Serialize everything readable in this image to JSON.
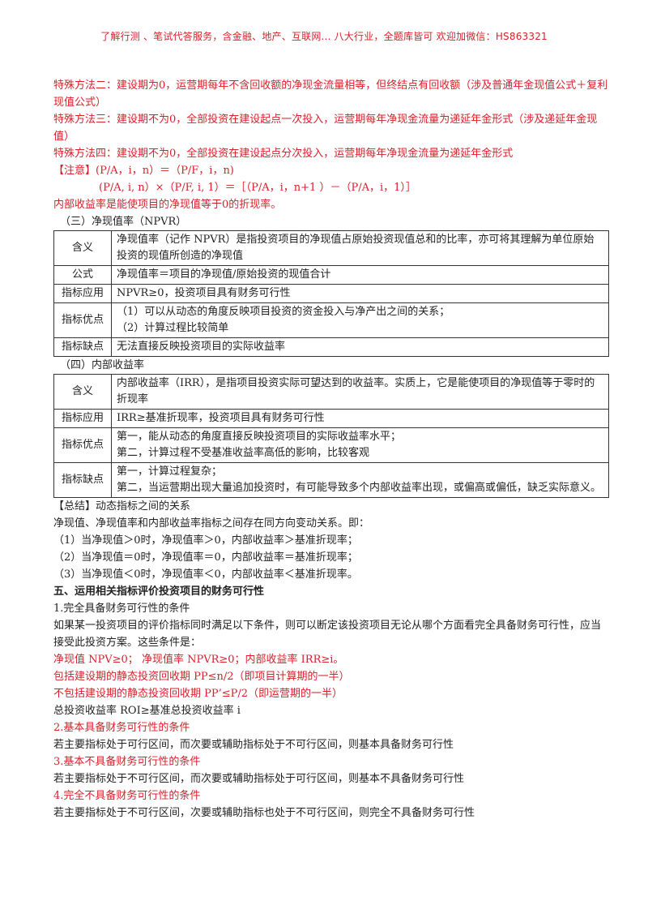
{
  "header": {
    "banner": "了解行测 、笔试代答服务，含金融、地产、互联网... 八大行业，全题库皆可 欢迎加微信：HS863321"
  },
  "intro": {
    "method2": "特殊方法二：建设期为0，运营期每年不含回收额的净现金流量相等，但终结点有回收额（涉及普通年金现值公式＋复利现值公式）",
    "method3": "特殊方法三：建设期不为0，全部投资在建设起点一次投入，运营期每年净现金流量为递延年金形式（涉及递延年金现值）",
    "method4": "特殊方法四：建设期不为0，全部投资在建设起点分次投入，运营期每年净现金流量为递延年金形式",
    "note_prefix": "【注意】",
    "formula1": "(P/A，i，n）＝（P/F，i，n)",
    "formula2": "(P/A, i, n）×（P/F, i, 1）＝［（P/A，i，n+1 ）－（P/A，i，1）］",
    "irr_def": "内部收益率是能使项目的净现值等于0的折现率。"
  },
  "npvr": {
    "heading": "（三）净现值率（NPVR）",
    "rows": [
      {
        "label": "含义",
        "text": "净现值率（记作 NPVR）是指投资项目的净现值占原始投资现值总和的比率，亦可将其理解为单位原始投资的现值所创造的净现值"
      },
      {
        "label": "公式",
        "text": "净现值率＝项目的净现值/原始投资的现值合计"
      },
      {
        "label": "指标应用",
        "text": "NPVR≥0，投资项目具有财务可行性"
      },
      {
        "label": "指标优点",
        "lines": [
          "（1）可以从动态的角度反映项目投资的资金投入与净产出之间的关系；",
          "（2）计算过程比较简单"
        ]
      },
      {
        "label": "指标缺点",
        "text": "无法直接反映投资项目的实际收益率"
      }
    ]
  },
  "irr": {
    "heading": "（四）内部收益率",
    "rows": [
      {
        "label": "含义",
        "text": "内部收益率（IRR），是指项目投资实际可望达到的收益率。实质上，它是能使项目的净现值等于零时的折现率"
      },
      {
        "label": "指标应用",
        "text": "IRR≥基准折现率，投资项目具有财务可行性"
      },
      {
        "label": "指标优点",
        "lines": [
          "第一，能从动态的角度直接反映投资项目的实际收益率水平；",
          "第二，计算过程不受基准收益率高低的影响，比较客观"
        ]
      },
      {
        "label": "指标缺点",
        "lines": [
          "第一，计算过程复杂；",
          "第二，当运营期出现大量追加投资时，有可能导致多个内部收益率出现，或偏高或偏低，缺乏实际意义。"
        ]
      }
    ]
  },
  "summary": {
    "title": "【总结】动态指标之间的关系",
    "intro": "净现值、净现值率和内部收益率指标之间存在同方向变动关系。即：",
    "items": [
      "（1）当净现值＞0时，净现值率＞0，内部收益率＞基准折现率；",
      "（2）当净现值＝0时，净现值率＝0，内部收益率＝基准折现率；",
      "（3）当净现值＜0时，净现值率＜0，内部收益率＜基准折现率。"
    ]
  },
  "section5": {
    "title": "五、运用相关指标评价投资项目的财务可行性",
    "c1_title": "1.完全具备财务可行性的条件",
    "c1_intro": "如果某一投资项目的评价指标同时满足以下条件，则可以断定该投资项目无论从哪个方面看完全具备财务可行性，应当接受此投资方案。这些条件是：",
    "c1_items": [
      "净现值 NPV≥0； 净现值率 NPVR≥0；内部收益率 IRR≥i。",
      "包括建设期的静态投资回收期 PP≤n/2（即项目计算期的一半）",
      "不包括建设期的静态投资回收期 PP’≤P/2（即运营期的一半）"
    ],
    "c1_last": "总投资收益率 ROI≥基准总投资收益率 i",
    "c2_title": "2.基本具备财务可行性的条件",
    "c2_text": "若主要指标处于可行区间，而次要或辅助指标处于不可行区间，则基本具备财务可行性",
    "c3_title": "3.基本不具备财务可行性的条件",
    "c3_text": "若主要指标处于不可行区间，而次要或辅助指标处于可行区间，则基本不具备财务可行性",
    "c4_title": "4.完全不具备财务可行性的条件",
    "c4_text": "若主要指标处于不可行区间，次要或辅助指标也处于不可行区间，则完全不具备财务可行性"
  }
}
